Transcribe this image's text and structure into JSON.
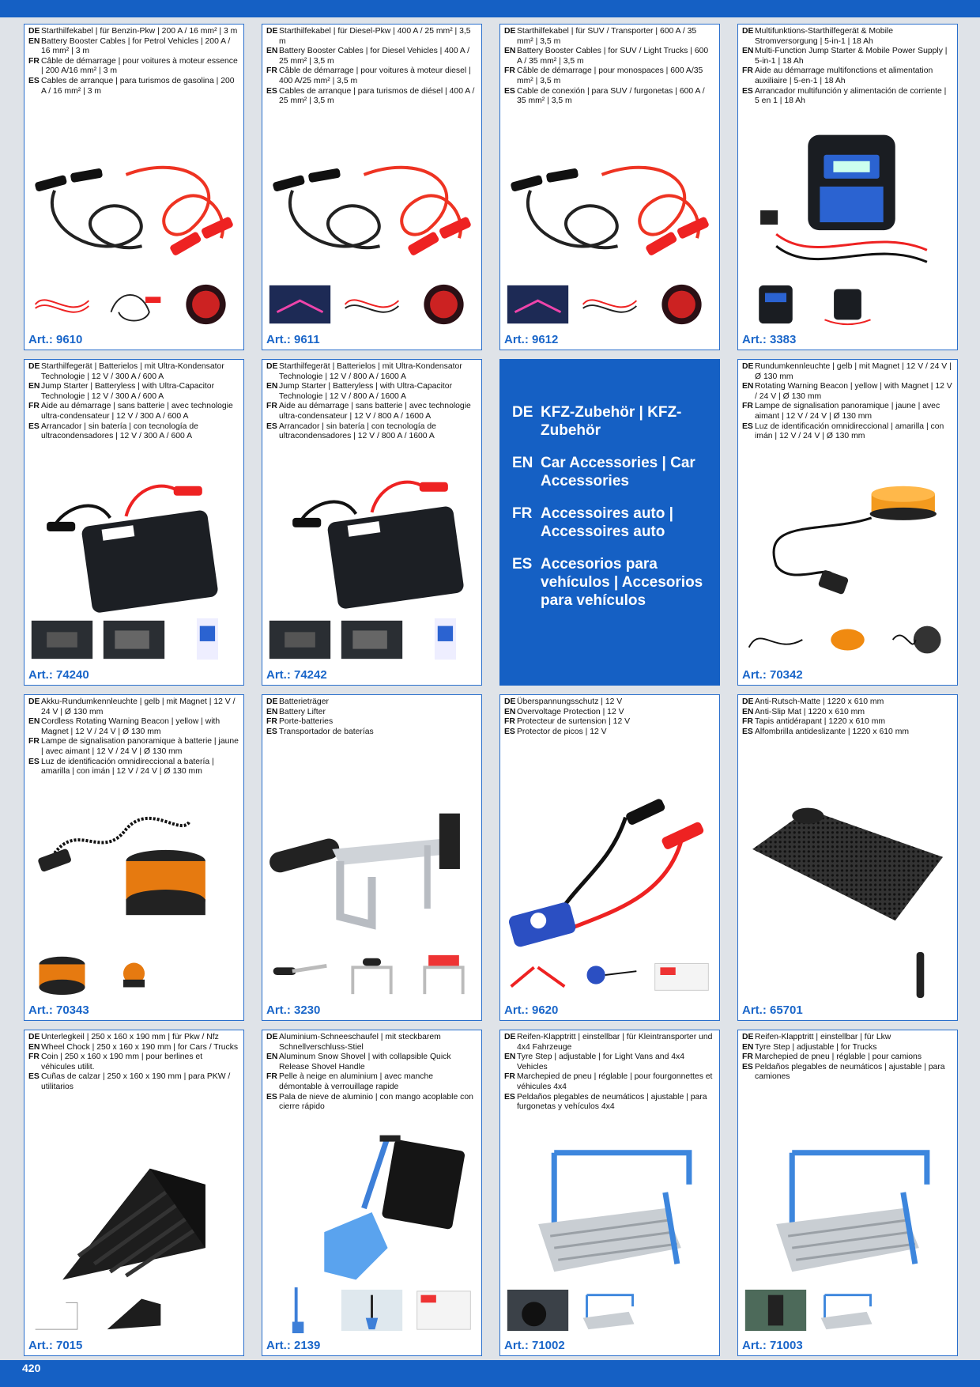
{
  "page_number": "420",
  "feature": {
    "lines": [
      {
        "lang": "DE",
        "text": "KFZ-Zubehör | KFZ-Zubehör"
      },
      {
        "lang": "EN",
        "text": "Car Accessories | Car Accessories"
      },
      {
        "lang": "FR",
        "text": "Accessoires auto | Accessoires auto"
      },
      {
        "lang": "ES",
        "text": "Accesorios para vehículos | Accesorios para vehículos"
      }
    ]
  },
  "products": [
    {
      "art": "Art.: 9610",
      "lines": [
        {
          "lang": "DE",
          "text": "Starthilfekabel | für Benzin-Pkw | 200 A / 16 mm² | 3 m"
        },
        {
          "lang": "EN",
          "text": "Battery Booster Cables | for Petrol Vehicles | 200 A / 16 mm² | 3 m"
        },
        {
          "lang": "FR",
          "text": "Câble de démarrage | pour voitures à moteur essence | 200 A/16 mm² | 3 m"
        },
        {
          "lang": "ES",
          "text": "Cables de arranque | para turismos de gasolina | 200 A / 16 mm² | 3 m"
        }
      ]
    },
    {
      "art": "Art.: 9611",
      "lines": [
        {
          "lang": "DE",
          "text": "Starthilfekabel | für Diesel-Pkw | 400 A / 25 mm² | 3,5 m"
        },
        {
          "lang": "EN",
          "text": "Battery Booster Cables | for Diesel Vehicles | 400 A / 25 mm² | 3,5 m"
        },
        {
          "lang": "FR",
          "text": "Câble de démarrage | pour voitures à moteur diesel | 400 A/25 mm² | 3,5 m"
        },
        {
          "lang": "ES",
          "text": "Cables de arranque | para turismos de diésel | 400 A / 25 mm² | 3,5 m"
        }
      ]
    },
    {
      "art": "Art.: 9612",
      "lines": [
        {
          "lang": "DE",
          "text": "Starthilfekabel | für SUV / Transporter | 600 A / 35 mm² | 3,5 m"
        },
        {
          "lang": "EN",
          "text": "Battery Booster Cables | for SUV / Light Trucks | 600 A / 35 mm² | 3,5 m"
        },
        {
          "lang": "FR",
          "text": "Câble de démarrage | pour monospaces | 600 A/35 mm² | 3,5 m"
        },
        {
          "lang": "ES",
          "text": "Cable de conexión | para SUV / furgonetas | 600 A / 35 mm² | 3,5 m"
        }
      ]
    },
    {
      "art": "Art.: 3383",
      "lines": [
        {
          "lang": "DE",
          "text": "Multifunktions-Starthilfegerät & Mobile Stromversorgung | 5-in-1 | 18 Ah"
        },
        {
          "lang": "EN",
          "text": "Multi-Function Jump Starter & Mobile Power Supply | 5-in-1 | 18 Ah"
        },
        {
          "lang": "FR",
          "text": "Aide au démarrage multifonctions et alimentation auxiliaire | 5-en-1 | 18 Ah"
        },
        {
          "lang": "ES",
          "text": "Arrancador multifunción y alimentación de corriente | 5 en 1 | 18 Ah"
        }
      ]
    },
    {
      "art": "Art.: 74240",
      "lines": [
        {
          "lang": "DE",
          "text": "Starthilfegerät | Batterielos | mit Ultra-Kondensator Technologie | 12 V / 300 A / 600 A"
        },
        {
          "lang": "EN",
          "text": "Jump Starter | Batteryless | with Ultra-Capacitor Technologie | 12 V / 300 A / 600 A"
        },
        {
          "lang": "FR",
          "text": "Aide au démarrage | sans batterie | avec technologie ultra-condensateur | 12 V / 300 A / 600 A"
        },
        {
          "lang": "ES",
          "text": "Arrancador | sin batería | con tecnología de ultracondensadores | 12 V / 300 A / 600 A"
        }
      ]
    },
    {
      "art": "Art.: 74242",
      "lines": [
        {
          "lang": "DE",
          "text": "Starthilfegerät | Batterielos | mit Ultra-Kondensator Technologie | 12 V / 800 A / 1600 A"
        },
        {
          "lang": "EN",
          "text": "Jump Starter | Batteryless | with Ultra-Capacitor Technologie | 12 V / 800 A / 1600 A"
        },
        {
          "lang": "FR",
          "text": "Aide au démarrage | sans batterie | avec technologie ultra-condensateur | 12 V / 800 A / 1600 A"
        },
        {
          "lang": "ES",
          "text": "Arrancador | sin batería | con tecnología de ultracondensadores | 12 V / 800 A / 1600 A"
        }
      ]
    },
    {
      "art": "Art.: 70342",
      "lines": [
        {
          "lang": "DE",
          "text": "Rundumkennleuchte | gelb | mit Magnet | 12 V / 24 V | Ø 130 mm"
        },
        {
          "lang": "EN",
          "text": "Rotating Warning Beacon | yellow | with Magnet | 12 V / 24 V | Ø 130 mm"
        },
        {
          "lang": "FR",
          "text": "Lampe de signalisation panoramique | jaune | avec aimant | 12 V / 24 V | Ø 130 mm"
        },
        {
          "lang": "ES",
          "text": "Luz de identificación omnidireccional | amarilla | con imán | 12 V / 24 V | Ø 130 mm"
        }
      ]
    },
    {
      "art": "Art.: 70343",
      "lines": [
        {
          "lang": "DE",
          "text": "Akku-Rundumkennleuchte | gelb | mit Magnet | 12 V / 24 V | Ø 130 mm"
        },
        {
          "lang": "EN",
          "text": "Cordless Rotating Warning Beacon | yellow | with Magnet | 12 V / 24 V | Ø 130 mm"
        },
        {
          "lang": "FR",
          "text": "Lampe de signalisation panoramique à batterie | jaune | avec aimant | 12 V / 24 V | Ø 130 mm"
        },
        {
          "lang": "ES",
          "text": "Luz de identificación omnidireccional a batería | amarilla | con imán | 12 V / 24 V | Ø 130 mm"
        }
      ]
    },
    {
      "art": "Art.: 3230",
      "lines": [
        {
          "lang": "DE",
          "text": "Batterieträger"
        },
        {
          "lang": "EN",
          "text": "Battery Lifter"
        },
        {
          "lang": "FR",
          "text": "Porte-batteries"
        },
        {
          "lang": "ES",
          "text": "Transportador de baterías"
        }
      ]
    },
    {
      "art": "Art.: 9620",
      "lines": [
        {
          "lang": "DE",
          "text": "Überspannungsschutz | 12 V"
        },
        {
          "lang": "EN",
          "text": "Overvoltage Protection | 12 V"
        },
        {
          "lang": "FR",
          "text": "Protecteur de surtension | 12 V"
        },
        {
          "lang": "ES",
          "text": "Protector de picos | 12 V"
        }
      ]
    },
    {
      "art": "Art.: 65701",
      "lines": [
        {
          "lang": "DE",
          "text": "Anti-Rutsch-Matte | 1220 x 610 mm"
        },
        {
          "lang": "EN",
          "text": "Anti-Slip Mat | 1220 x 610 mm"
        },
        {
          "lang": "FR",
          "text": "Tapis antidérapant | 1220 x 610 mm"
        },
        {
          "lang": "ES",
          "text": "Alfombrilla antideslizante | 1220 x 610 mm"
        }
      ]
    },
    {
      "art": "Art.: 7015",
      "lines": [
        {
          "lang": "DE",
          "text": "Unterlegkeil | 250 x 160 x 190 mm | für Pkw / Nfz"
        },
        {
          "lang": "EN",
          "text": "Wheel Chock | 250 x 160 x 190 mm | for Cars / Trucks"
        },
        {
          "lang": "FR",
          "text": "Coin | 250 x 160 x 190 mm | pour berlines et véhicules utilit."
        },
        {
          "lang": "ES",
          "text": "Cuñas de calzar | 250 x 160 x 190 mm | para PKW / utilitarios"
        }
      ]
    },
    {
      "art": "Art.: 2139",
      "lines": [
        {
          "lang": "DE",
          "text": "Aluminium-Schneeschaufel | mit steckbarem Schnellverschluss-Stiel"
        },
        {
          "lang": "EN",
          "text": "Aluminum Snow Shovel | with collapsible Quick Release Shovel Handle"
        },
        {
          "lang": "FR",
          "text": "Pelle à neige en aluminium | avec manche démontable à verrouillage rapide"
        },
        {
          "lang": "ES",
          "text": "Pala de nieve de aluminio | con mango acoplable con cierre rápido"
        }
      ]
    },
    {
      "art": "Art.: 71002",
      "lines": [
        {
          "lang": "DE",
          "text": "Reifen-Klapptritt | einstellbar | für Kleintransporter und 4x4 Fahrzeuge"
        },
        {
          "lang": "EN",
          "text": "Tyre Step | adjustable | for Light Vans and 4x4 Vehicles"
        },
        {
          "lang": "FR",
          "text": "Marchepied de pneu | réglable | pour fourgonnettes et véhicules 4x4"
        },
        {
          "lang": "ES",
          "text": "Peldaños plegables de neumáticos | ajustable | para furgonetas y vehículos 4x4"
        }
      ]
    },
    {
      "art": "Art.: 71003",
      "lines": [
        {
          "lang": "DE",
          "text": "Reifen-Klapptritt | einstellbar | für Lkw"
        },
        {
          "lang": "EN",
          "text": "Tyre Step | adjustable | for Trucks"
        },
        {
          "lang": "FR",
          "text": "Marchepied de pneu | réglable | pour camions"
        },
        {
          "lang": "ES",
          "text": "Peldaños plegables de neumáticos | ajustable | para camiones"
        }
      ]
    }
  ]
}
